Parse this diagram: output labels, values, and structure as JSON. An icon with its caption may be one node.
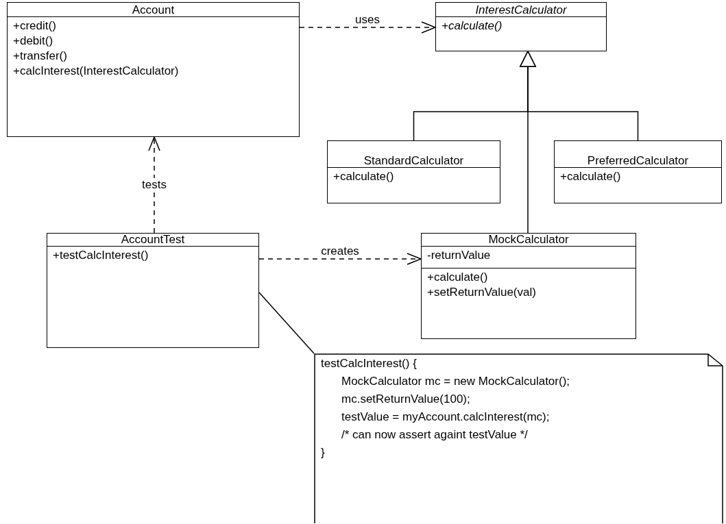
{
  "diagram": {
    "nodes": [
      {
        "text": [
          "Account",
          "+credit()",
          "+debit()",
          "+transfer()",
          "+calcInterest(InterestCalculator)"
        ]
      },
      {
        "text": [
          "InterestCalculator",
          "+calculate()"
        ]
      },
      {
        "text": [
          "StandardCalculator",
          "+calculate()"
        ]
      },
      {
        "text": [
          "PreferredCalculator",
          "+calculate()"
        ]
      },
      {
        "text": [
          "AccountTest",
          "+testCalcInterest()"
        ]
      },
      {
        "text": [
          "MockCalculator",
          "-returnValue",
          "+calculate()",
          "+setReturnValue(val)"
        ]
      },
      {
        "text": [
          "testCalcInterest() {",
          "MockCalculator mc = new MockCalculator();",
          "mc.setReturnValue(100);",
          "testValue = myAccount.calcInterest(mc);",
          "/* can now assert againt testValue */",
          "}"
        ]
      }
    ],
    "edges": [
      {
        "from": 0,
        "to": 1,
        "arrow": "to",
        "style": "dashed",
        "label": "uses"
      },
      {
        "from": 4,
        "to": 0,
        "arrow": "to",
        "style": "dashed",
        "label": "tests"
      },
      {
        "from": 4,
        "to": 5,
        "arrow": "to",
        "style": "dashed",
        "label": "creates"
      },
      {
        "from": 2,
        "to": 1,
        "arrow": "to"
      },
      {
        "from": 3,
        "to": 1,
        "arrow": "to"
      },
      {
        "from": 5,
        "to": 1,
        "arrow": "to"
      },
      {
        "from": 4,
        "to": 6,
        "arrow": "none"
      }
    ]
  }
}
